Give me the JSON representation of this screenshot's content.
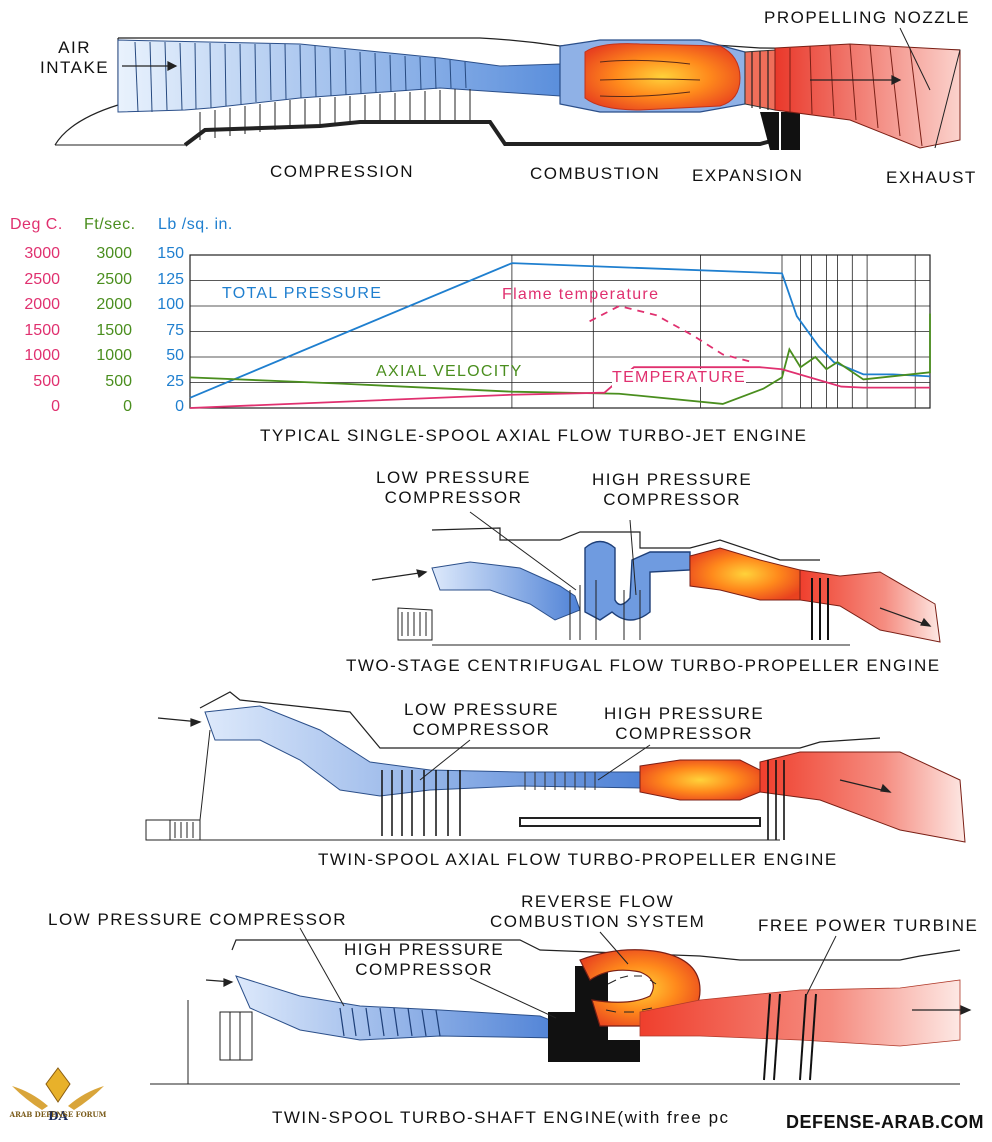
{
  "top_engine": {
    "labels": {
      "air_intake": "AIR\nINTAKE",
      "propelling_nozzle": "PROPELLING NOZZLE",
      "compression": "COMPRESSION",
      "combustion": "COMBUSTION",
      "expansion": "EXPANSION",
      "exhaust": "EXHAUST"
    }
  },
  "chart_data": {
    "type": "line",
    "title": "TYPICAL SINGLE-SPOOL AXIAL FLOW TURBO-JET ENGINE",
    "axis_titles": {
      "temperature": "Deg C.",
      "velocity": "Ft/sec.",
      "pressure": "Lb /sq. in."
    },
    "y_ticks": {
      "temperature": [
        "3000",
        "2500",
        "2000",
        "1500",
        "1000",
        "500",
        "0"
      ],
      "velocity": [
        "3000",
        "2500",
        "2000",
        "1500",
        "1000",
        "500",
        "0"
      ],
      "pressure": [
        "150",
        "125",
        "100",
        "75",
        "50",
        "25",
        "0"
      ]
    },
    "ylim_pressure": [
      0,
      150
    ],
    "ylim_temperature": [
      0,
      3000
    ],
    "ylim_velocity": [
      0,
      3000
    ],
    "xlim": [
      0,
      100
    ],
    "grid": true,
    "series": [
      {
        "name": "TOTAL PRESSURE",
        "color": "#1f7fcf",
        "axis": "pressure",
        "x": [
          0,
          43.5,
          80,
          82,
          85,
          87,
          91,
          95,
          100
        ],
        "y": [
          10,
          142,
          132,
          90,
          60,
          45,
          33,
          33,
          31
        ]
      },
      {
        "name": "AXIAL VELOCITY",
        "color": "#4a8e1e",
        "axis": "velocity",
        "x": [
          0,
          20,
          43.5,
          58,
          72,
          77.5,
          80,
          81,
          82.5,
          84.5,
          86,
          87.5,
          91,
          100,
          101
        ],
        "y": [
          600,
          480,
          320,
          280,
          80,
          380,
          600,
          1150,
          800,
          1000,
          760,
          900,
          560,
          700,
          1850
        ]
      },
      {
        "name": "TEMPERATURE",
        "color": "#e0306f",
        "axis": "temperature",
        "x": [
          0,
          43.5,
          56,
          60,
          77,
          80,
          88,
          91,
          100
        ],
        "y": [
          0,
          260,
          300,
          800,
          800,
          760,
          420,
          400,
          400
        ]
      },
      {
        "name": "Flame temperature",
        "color": "#e0306f",
        "axis": "temperature",
        "dashed": true,
        "x": [
          54,
          58,
          63,
          68,
          72,
          76
        ],
        "y": [
          1700,
          2000,
          1820,
          1420,
          1050,
          900
        ]
      }
    ]
  },
  "engine2": {
    "labels": {
      "lp_compressor": "LOW PRESSURE\nCOMPRESSOR",
      "hp_compressor": "HIGH PRESSURE\nCOMPRESSOR",
      "caption": "TWO-STAGE CENTRIFUGAL FLOW TURBO-PROPELLER ENGINE"
    }
  },
  "engine3": {
    "labels": {
      "lp_compressor": "LOW PRESSURE\nCOMPRESSOR",
      "hp_compressor": "HIGH PRESSURE\nCOMPRESSOR",
      "caption": "TWIN-SPOOL AXIAL FLOW TURBO-PROPELLER ENGINE"
    }
  },
  "engine4": {
    "labels": {
      "lp_compressor": "LOW PRESSURE COMPRESSOR",
      "hp_compressor": "HIGH PRESSURE\nCOMPRESSOR",
      "reverse_flow": "REVERSE FLOW\nCOMBUSTION SYSTEM",
      "free_power_turbine": "FREE POWER TURBINE",
      "caption": "TWIN-SPOOL TURBO-SHAFT ENGINE(with free  pc"
    }
  },
  "watermark": {
    "site": "DEFENSE-ARAB.COM",
    "logo_text": "ARAB DEFENSE FORUM"
  },
  "colors": {
    "cold_blue": "#6a9de0",
    "hot_red": "#ef4a38",
    "flame_orange": "#ff9a1a",
    "exhaust_pink": "#f39a92"
  }
}
